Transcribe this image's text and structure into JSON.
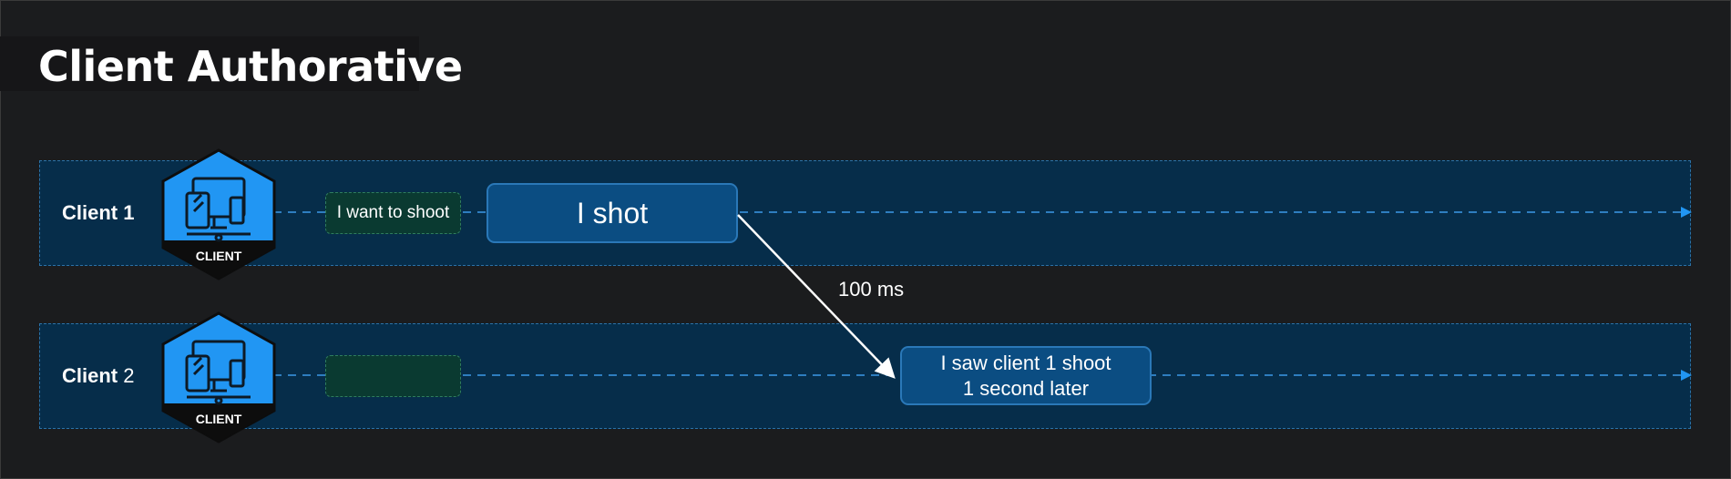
{
  "title": "Client Authorative",
  "lanes": [
    {
      "label_bold": "Client 1",
      "label_rest": "",
      "icon_caption": "CLIENT",
      "intent_box": "I want to shoot",
      "event_box": "I shot"
    },
    {
      "label_bold": "Client",
      "label_rest": " 2",
      "icon_caption": "CLIENT",
      "intent_box": "",
      "event_box_line1": "I saw client 1 shoot",
      "event_box_line2": "1 second later"
    }
  ],
  "latency_label": "100 ms",
  "colors": {
    "background": "#1b1c1e",
    "lane": "#062d4a",
    "hexagon": "#2196f3",
    "event_box": "#0b4d82",
    "intent_box": "#0a3a31"
  }
}
